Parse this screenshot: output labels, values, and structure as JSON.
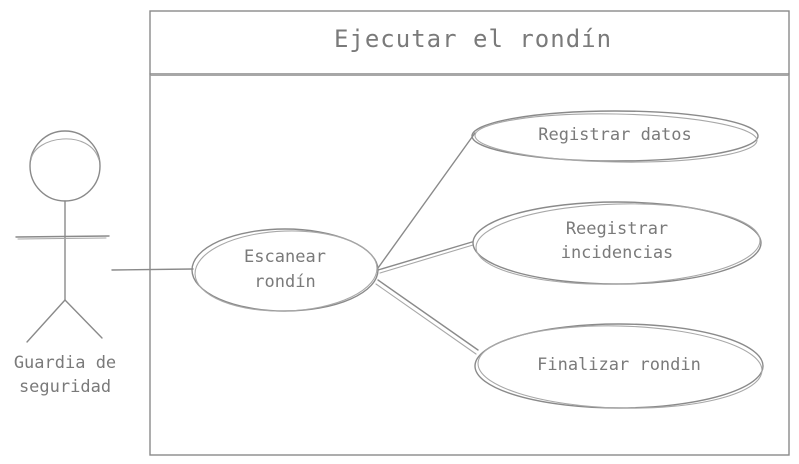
{
  "system": {
    "title": "Ejecutar el rondín"
  },
  "actor": {
    "label_line1": "Guardia de",
    "label_line2": "seguridad"
  },
  "use_cases": {
    "scan": {
      "line1": "Escanear",
      "line2": "rondín"
    },
    "register_data": {
      "line1": "Registrar datos"
    },
    "register_incidents": {
      "line1": "Reegistrar",
      "line2": "incidencias"
    },
    "finish": {
      "line1": "Finalizar rondin"
    }
  }
}
